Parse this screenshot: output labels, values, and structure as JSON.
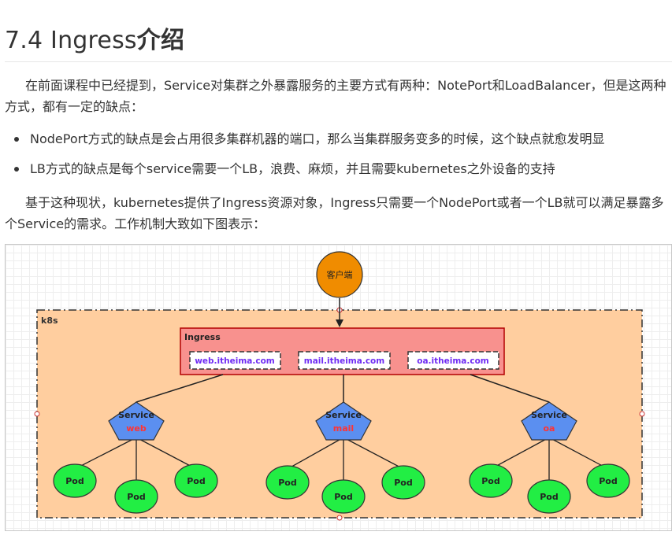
{
  "heading": {
    "number": "7.4 Ingress",
    "suffix": "介绍"
  },
  "intro": "在前面课程中已经提到，Service对集群之外暴露服务的主要方式有两种：NotePort和LoadBalancer，但是这两种方式，都有一定的缺点：",
  "bullets": [
    "NodePort方式的缺点是会占用很多集群机器的端口，那么当集群服务变多的时候，这个缺点就愈发明显",
    "LB方式的缺点是每个service需要一个LB，浪费、麻烦，并且需要kubernetes之外设备的支持"
  ],
  "summary": "基于这种现状，kubernetes提供了Ingress资源对象，Ingress只需要一个NodePort或者一个LB就可以满足暴露多个Service的需求。工作机制大致如下图表示：",
  "diagram": {
    "client_label": "客户端",
    "cluster_label": "k8s",
    "ingress_label": "Ingress",
    "hosts": [
      "web.itheima.com",
      "mail.itheima.com",
      "oa.itheima.com"
    ],
    "services": [
      {
        "title": "Service",
        "name": "web"
      },
      {
        "title": "Service",
        "name": "mail"
      },
      {
        "title": "Service",
        "name": "oa"
      }
    ],
    "pod_label": "Pod",
    "colors": {
      "client": "#f08c00",
      "cluster_bg": "#ffce9f",
      "ingress_bg": "#f8918e",
      "ingress_border": "#b20000",
      "service": "#5b8ff0",
      "service_name": "#ff3333",
      "pod": "#22ee44",
      "host_text": "#6f2cf3"
    }
  }
}
